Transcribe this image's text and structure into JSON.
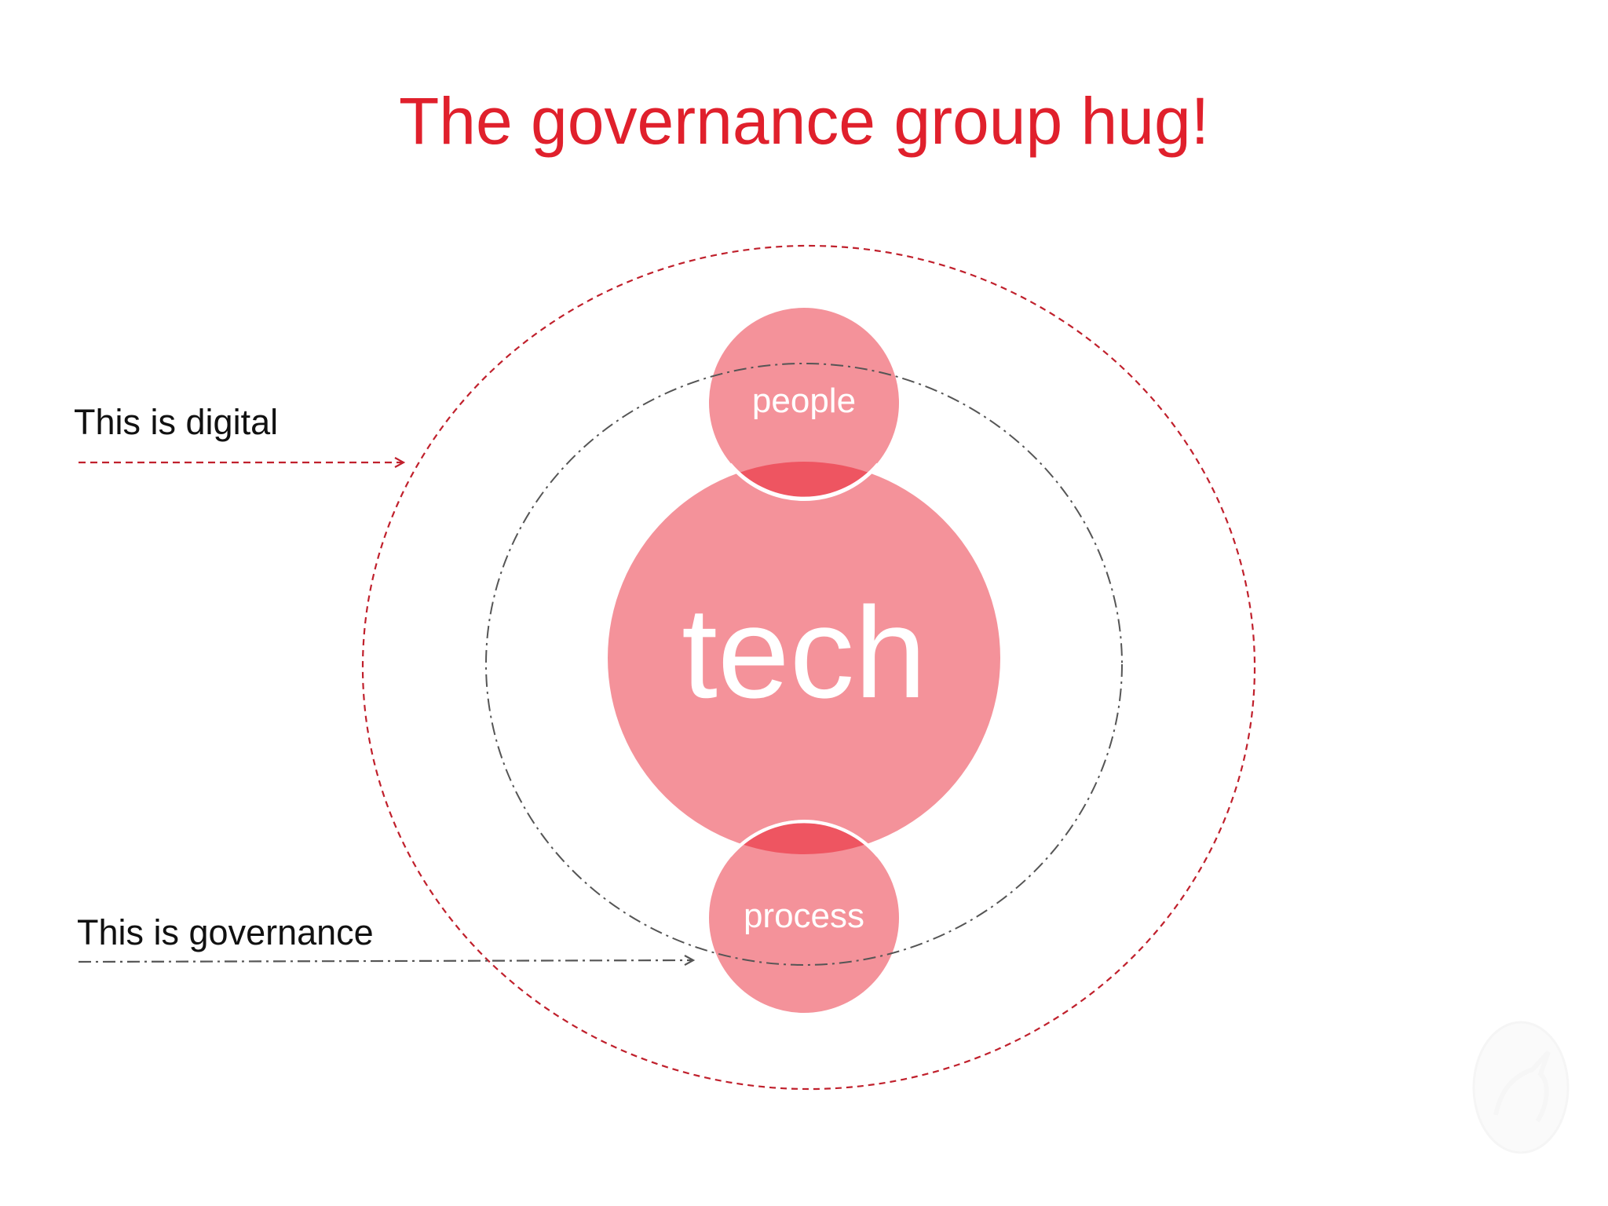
{
  "slide": {
    "title": "The governance group hug!"
  },
  "labels": {
    "digital": "This is digital",
    "governance": "This is governance"
  },
  "circles": {
    "center": "tech",
    "top": "people",
    "bottom": "process"
  },
  "colors": {
    "title": "#e0202c",
    "circle_fill": "#f4929a",
    "overlap_fill": "#ee5561",
    "digital_ring": "#c0202c",
    "governance_ring": "#555555"
  },
  "icons": {
    "watermark": "unicorn-watermark-icon"
  }
}
